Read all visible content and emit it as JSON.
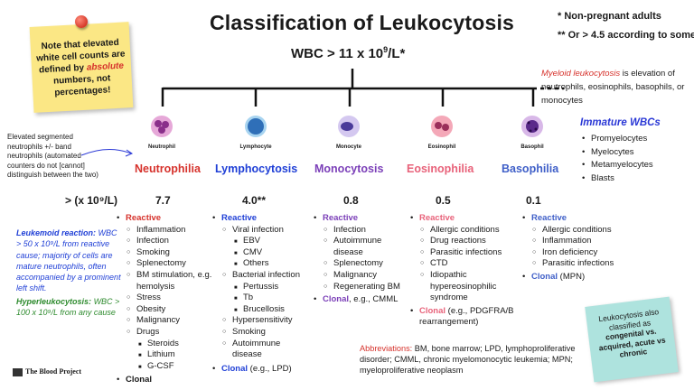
{
  "title": "Classification of Leukocytosis",
  "subtitle_main": "WBC > 11 x 10",
  "subtitle_sup": "9",
  "subtitle_end": "/L*",
  "notes": {
    "non_pregnant": "* Non-pregnant adults",
    "or_45": "** Or > 4.5 according to some",
    "myeloid_em": "Myeloid leukocytosis",
    "myeloid_rest": " is elevation of neutrophils, eosinophils, basophils, or monocytes"
  },
  "sticky": {
    "line1": "Note that elevated white cell counts are defined by",
    "emph": "absolute",
    "line2": "numbers, not percentages!"
  },
  "annotation": "Elevated segmented neutrophils +/- band neutrophils (automated counters do not [cannot] distinguish between the two)",
  "unit_label": "> (x 10⁹/L)",
  "colors": {
    "neutrophilia": "#d6322c",
    "lymphocytosis": "#1f3fd6",
    "monocytosis": "#7b3fb8",
    "eosinophilia": "#e8627a",
    "basophilia": "#3f5fc8",
    "clonal_blue": "#1f3fd6",
    "green": "#2e8b2e"
  },
  "columns": [
    {
      "cell": "Neutrophil",
      "category": "Neutrophilia",
      "threshold": "7.7"
    },
    {
      "cell": "Lymphocyte",
      "category": "Lymphocytosis",
      "threshold": "4.0**"
    },
    {
      "cell": "Monocyte",
      "category": "Monocytosis",
      "threshold": "0.8"
    },
    {
      "cell": "Eosinophil",
      "category": "Eosinophilia",
      "threshold": "0.5"
    },
    {
      "cell": "Basophil",
      "category": "Basophilia",
      "threshold": "0.1"
    }
  ],
  "neutro": {
    "reactive": "Reactive",
    "items": [
      "Inflammation",
      "Infection",
      "Smoking",
      "Splenectomy",
      "BM stimulation, e.g. hemolysis",
      "Stress",
      "Obesity",
      "Malignancy",
      "Drugs"
    ],
    "drugs": [
      "Steroids",
      "Lithium",
      "G-CSF"
    ],
    "clonal": "Clonal"
  },
  "lympho": {
    "reactive": "Reactive",
    "viral": "Viral infection",
    "viral_items": [
      "EBV",
      "CMV",
      "Others"
    ],
    "bacterial": "Bacterial infection",
    "bacterial_items": [
      "Pertussis",
      "Tb",
      "Brucellosis"
    ],
    "others": [
      "Hypersensitivity",
      "Smoking",
      "Autoimmune disease"
    ],
    "clonal": "Clonal",
    "clonal_note": " (e.g., LPD)"
  },
  "mono": {
    "reactive": "Reactive",
    "items": [
      "Infection",
      "Autoimmune disease",
      "Splenectomy",
      "Malignancy",
      "Regenerating BM"
    ],
    "clonal": "Clonal",
    "clonal_note": ", e.g., CMML"
  },
  "eosino": {
    "reactive": "Reactive",
    "items": [
      "Allergic conditions",
      "Drug reactions",
      "Parasitic infections",
      "CTD",
      "Idiopathic hypereosinophilic syndrome"
    ],
    "clonal": "Clonal",
    "clonal_note": " (e.g., PDGFRA/B rearrangement)"
  },
  "baso": {
    "reactive": "Reactive",
    "items": [
      "Allergic conditions",
      "Inflammation",
      "Iron deficiency",
      "Parasitic infections"
    ],
    "clonal": "Clonal",
    "clonal_note": " (MPN)"
  },
  "immature": {
    "title": "Immature WBCs",
    "items": [
      "Promyelocytes",
      "Myelocytes",
      "Metamyelocytes",
      "Blasts"
    ]
  },
  "leukemoid": {
    "title": "Leukemoid reaction",
    "text": "WBC > 50 x 10⁹/L from reactive cause; majority of cells are mature neutrophils, often accompanied by a prominent left shift.",
    "hyper_title": "Hyperleukocytosis",
    "hyper_text": "WBC > 100 x 10⁹/L from any cause"
  },
  "abbrev": {
    "label": "Abbreviations:",
    "text": " BM, bone marrow; LPD, lymphoproliferative disorder; CMML, chronic myelomonocytic leukemia; MPN; myeloproliferative neoplasm"
  },
  "teal": {
    "line1": "Leukocytosis also classified as",
    "bold": "congenital vs. acquired, acute vs chronic"
  },
  "logo": "The Blood Project"
}
